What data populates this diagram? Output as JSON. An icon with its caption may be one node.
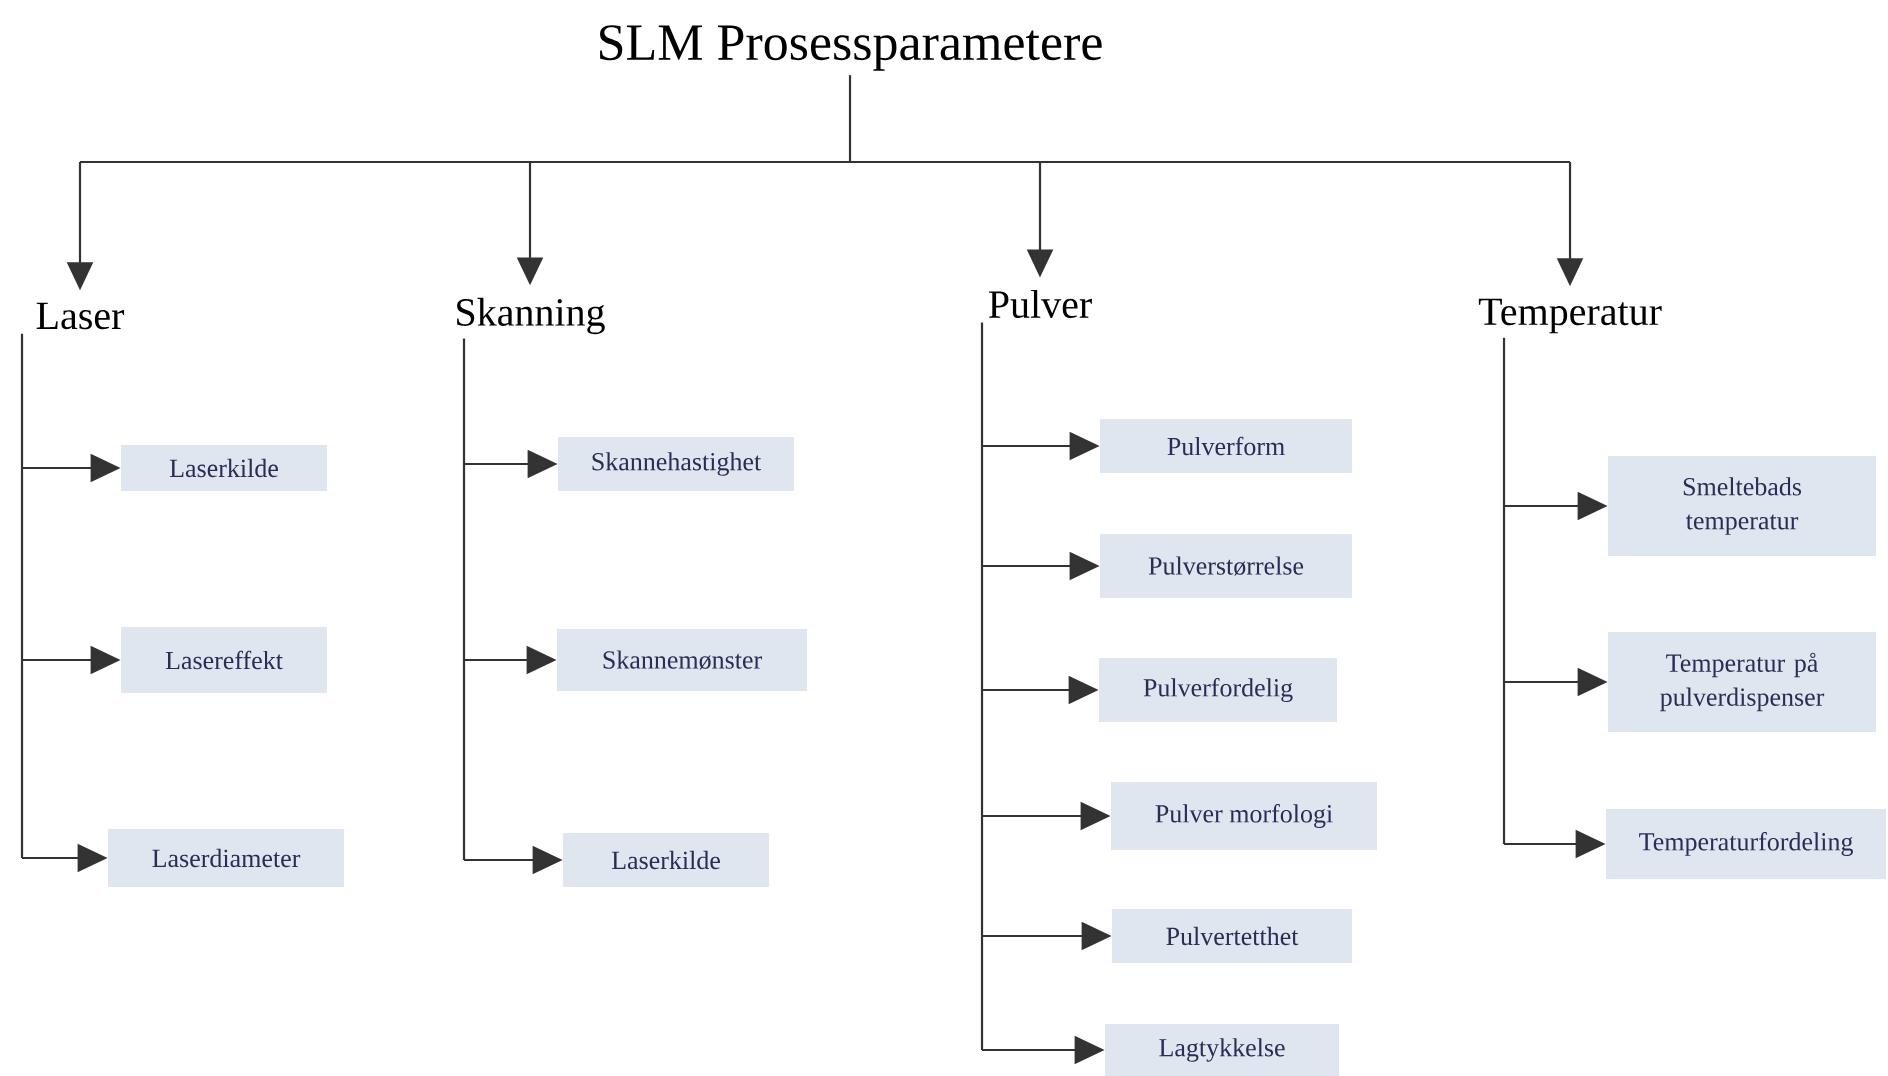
{
  "diagram": {
    "nodes": [
      {
        "text": [
          "SLM Prosessparametere"
        ]
      },
      {
        "text": [
          "Laser"
        ]
      },
      {
        "text": [
          "Skanning"
        ]
      },
      {
        "text": [
          "Pulver"
        ]
      },
      {
        "text": [
          "Temperatur"
        ]
      },
      {
        "text": [
          "Laserkilde"
        ]
      },
      {
        "text": [
          "Lasereffekt"
        ]
      },
      {
        "text": [
          "Laserdiameter"
        ]
      },
      {
        "text": [
          "Skannehastighet"
        ]
      },
      {
        "text": [
          "Skannemønster"
        ]
      },
      {
        "text": [
          "Laserkilde"
        ]
      },
      {
        "text": [
          "Pulverform"
        ]
      },
      {
        "text": [
          "Pulverstørrelse"
        ]
      },
      {
        "text": [
          "Pulverfordelig"
        ]
      },
      {
        "text": [
          "Pulver morfologi"
        ]
      },
      {
        "text": [
          "Pulvertetthet"
        ]
      },
      {
        "text": [
          "Lagtykkelse"
        ]
      },
      {
        "text": [
          "Smeltebads temperatur"
        ]
      },
      {
        "text": [
          "Temperatur på pulverdispenser"
        ]
      },
      {
        "text": [
          "Temperaturfordeling"
        ]
      }
    ],
    "edges": [
      {
        "from": 0,
        "to": 1,
        "arrow": "to"
      },
      {
        "from": 0,
        "to": 2,
        "arrow": "to"
      },
      {
        "from": 0,
        "to": 3,
        "arrow": "to"
      },
      {
        "from": 0,
        "to": 4,
        "arrow": "to"
      },
      {
        "from": 1,
        "to": 5,
        "arrow": "to"
      },
      {
        "from": 1,
        "to": 6,
        "arrow": "to"
      },
      {
        "from": 1,
        "to": 7,
        "arrow": "to"
      },
      {
        "from": 2,
        "to": 8,
        "arrow": "to"
      },
      {
        "from": 2,
        "to": 9,
        "arrow": "to"
      },
      {
        "from": 2,
        "to": 10,
        "arrow": "to"
      },
      {
        "from": 3,
        "to": 11,
        "arrow": "to"
      },
      {
        "from": 3,
        "to": 12,
        "arrow": "to"
      },
      {
        "from": 3,
        "to": 13,
        "arrow": "to"
      },
      {
        "from": 3,
        "to": 14,
        "arrow": "to"
      },
      {
        "from": 3,
        "to": 15,
        "arrow": "to"
      },
      {
        "from": 3,
        "to": 16,
        "arrow": "to"
      },
      {
        "from": 4,
        "to": 17,
        "arrow": "to"
      },
      {
        "from": 4,
        "to": 18,
        "arrow": "to"
      },
      {
        "from": 4,
        "to": 19,
        "arrow": "to"
      }
    ]
  }
}
